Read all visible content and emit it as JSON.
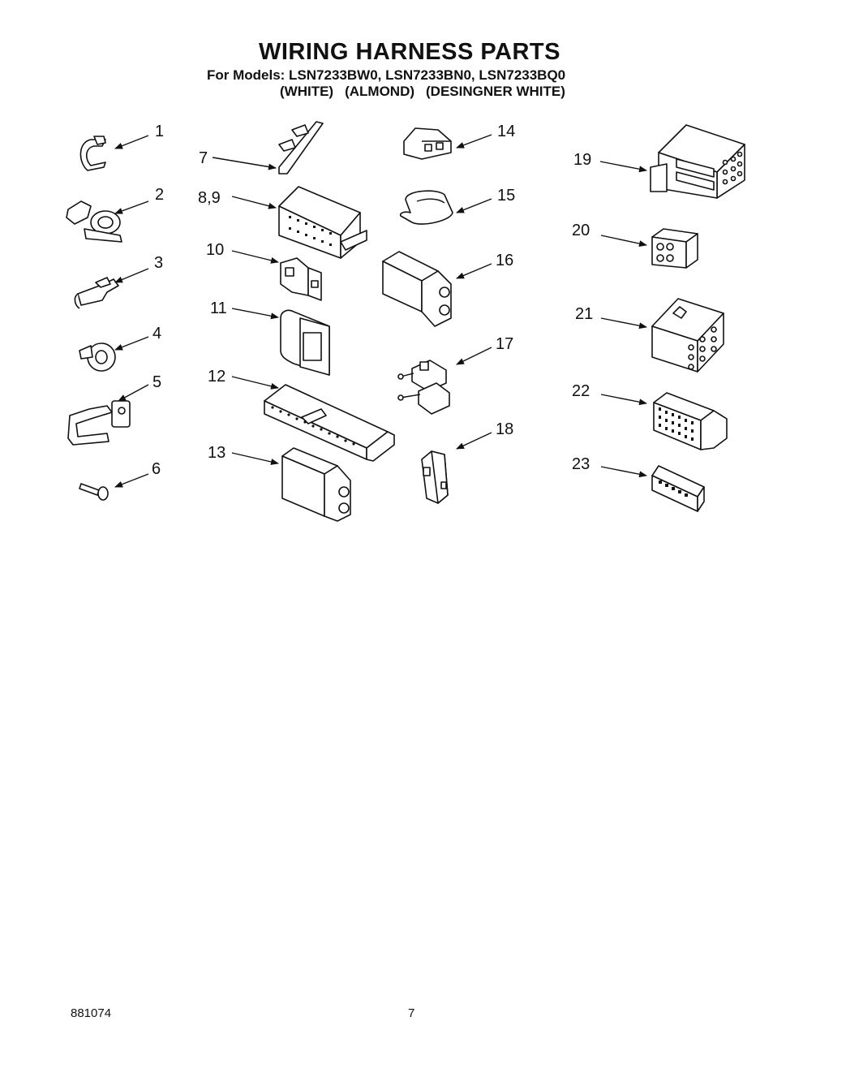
{
  "header": {
    "title": "WIRING HARNESS PARTS",
    "models_line": "For Models: LSN7233BW0, LSN7233BN0, LSN7233BQ0",
    "colors": [
      "(WHITE)",
      "(ALMOND)",
      "(DESINGNER WHITE)"
    ]
  },
  "callouts": [
    "1",
    "2",
    "3",
    "4",
    "5",
    "6",
    "7",
    "8,9",
    "10",
    "11",
    "12",
    "13",
    "14",
    "15",
    "16",
    "17",
    "18",
    "19",
    "20",
    "21",
    "22",
    "23"
  ],
  "footer": {
    "doc_number": "881074",
    "page_number": "7"
  }
}
